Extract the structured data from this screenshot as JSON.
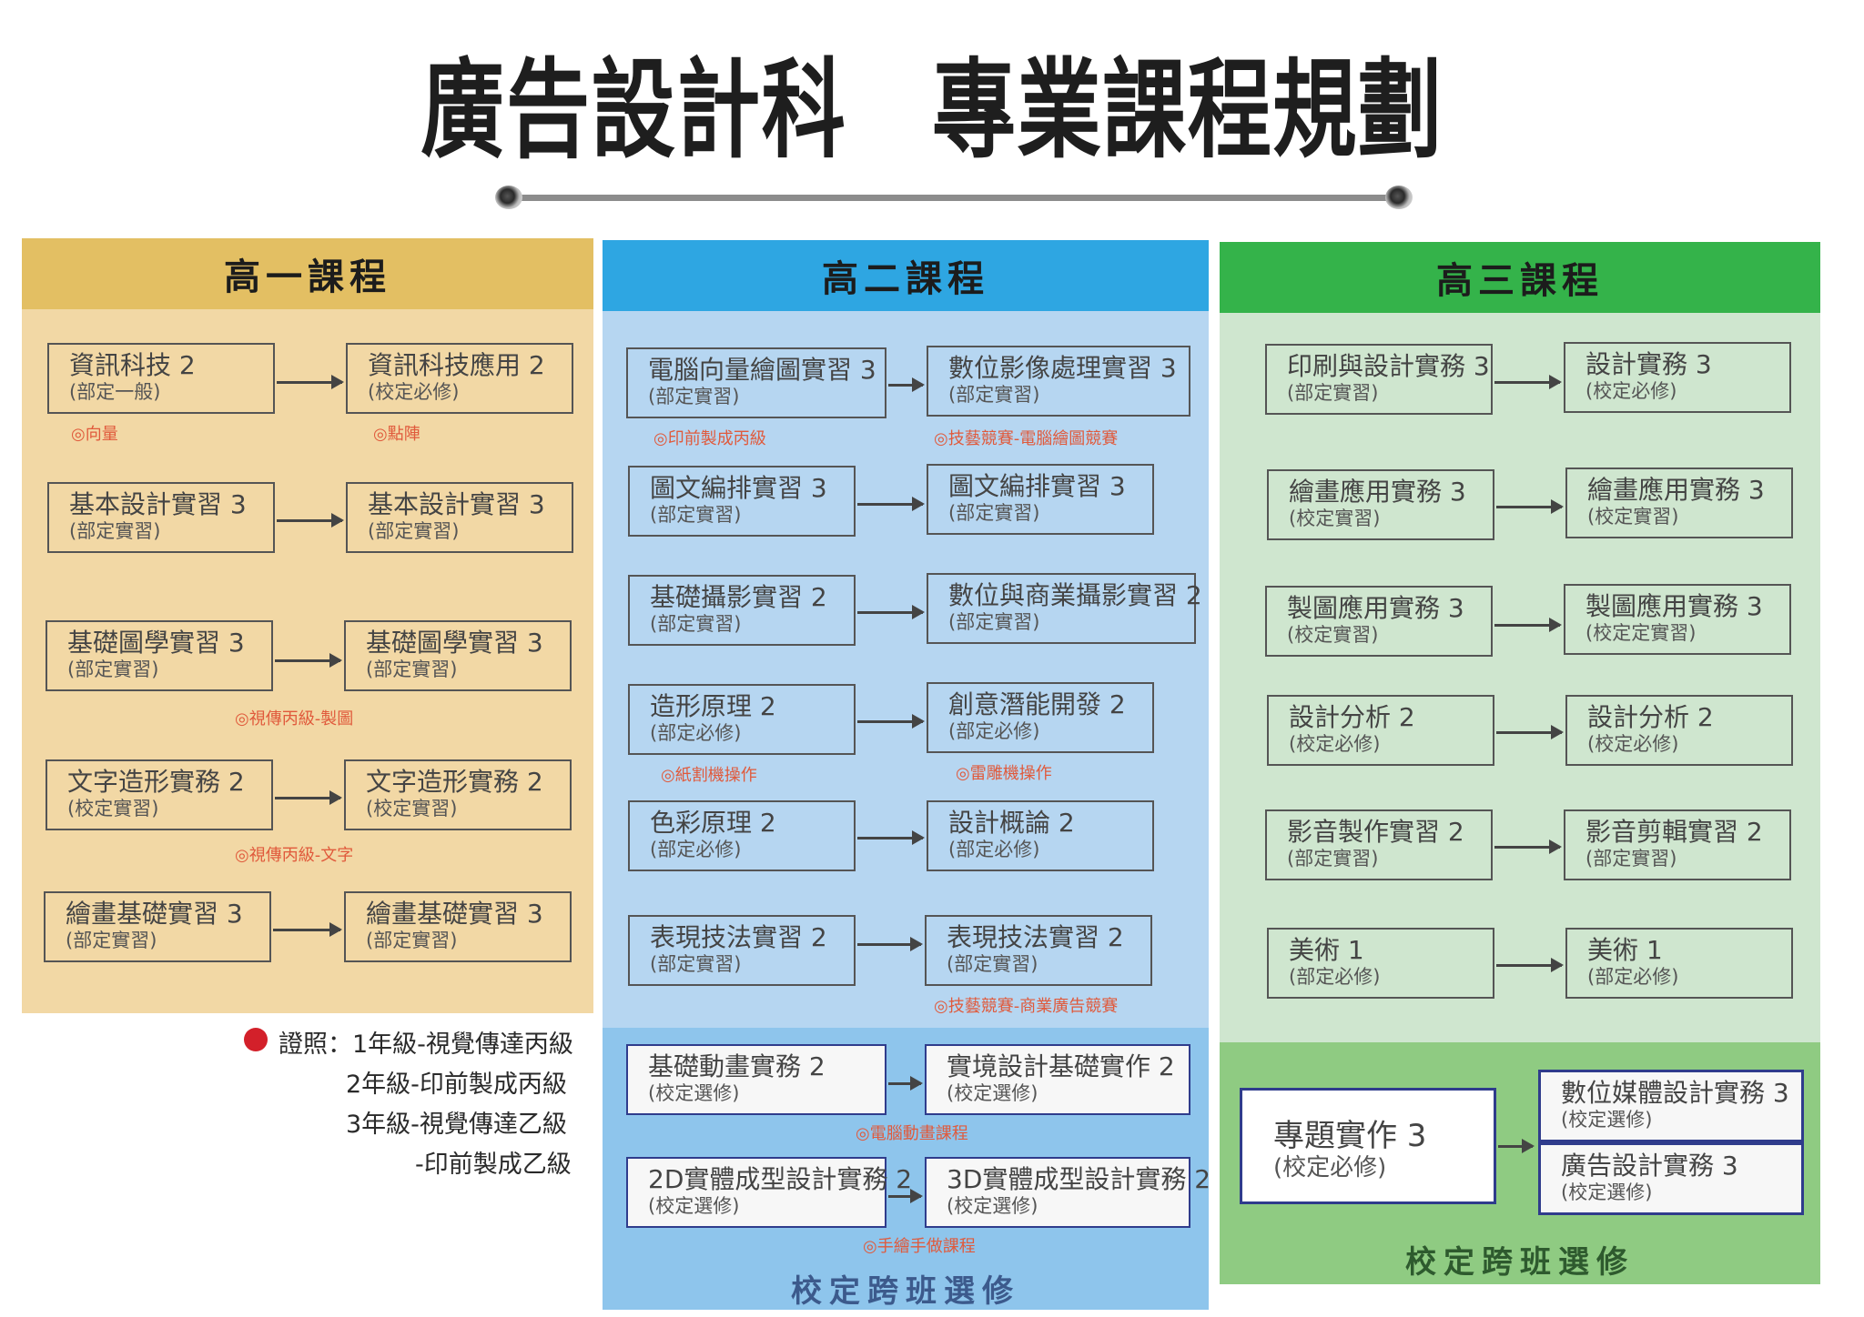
{
  "title": "廣告設計科　專業課程規劃",
  "columns": [
    {
      "header": "高一課程"
    },
    {
      "header": "高二課程"
    },
    {
      "header": "高三課程"
    }
  ],
  "grade1": {
    "rows": [
      {
        "l": {
          "name": "資訊科技 2",
          "type": "(部定一般)"
        },
        "r": {
          "name": "資訊科技應用 2",
          "type": "(校定必修)"
        },
        "notes": [
          "◎向量",
          "◎點陣"
        ]
      },
      {
        "l": {
          "name": "基本設計實習 3",
          "type": "(部定實習)"
        },
        "r": {
          "name": "基本設計實習 3",
          "type": "(部定實習)"
        },
        "notes": []
      },
      {
        "l": {
          "name": "基礎圖學實習 3",
          "type": "(部定實習)"
        },
        "r": {
          "name": "基礎圖學實習 3",
          "type": "(部定實習)"
        },
        "notes": [
          "◎視傳丙級-製圖"
        ]
      },
      {
        "l": {
          "name": "文字造形實務 2",
          "type": "(校定實習)"
        },
        "r": {
          "name": "文字造形實務 2",
          "type": "(校定實習)"
        },
        "notes": [
          "◎視傳丙級-文字"
        ]
      },
      {
        "l": {
          "name": "繪畫基礎實習 3",
          "type": "(部定實習)"
        },
        "r": {
          "name": "繪畫基礎實習 3",
          "type": "(部定實習)"
        },
        "notes": []
      }
    ]
  },
  "grade2": {
    "rows": [
      {
        "l": {
          "name": "電腦向量繪圖實習 3",
          "type": "(部定實習)"
        },
        "r": {
          "name": "數位影像處理實習 3",
          "type": "(部定實習)"
        },
        "notes": [
          "◎印前製成丙級",
          "◎技藝競賽-電腦繪圖競賽"
        ]
      },
      {
        "l": {
          "name": "圖文編排實習 3",
          "type": "(部定實習)"
        },
        "r": {
          "name": "圖文編排實習 3",
          "type": "(部定實習)"
        },
        "notes": []
      },
      {
        "l": {
          "name": "基礎攝影實習 2",
          "type": "(部定實習)"
        },
        "r": {
          "name": "數位與商業攝影實習 2",
          "type": "(部定實習)"
        },
        "notes": []
      },
      {
        "l": {
          "name": "造形原理 2",
          "type": "(部定必修)"
        },
        "r": {
          "name": "創意潛能開發 2",
          "type": "(部定必修)"
        },
        "notes": [
          "◎紙割機操作",
          "◎雷雕機操作"
        ]
      },
      {
        "l": {
          "name": "色彩原理 2",
          "type": "(部定必修)"
        },
        "r": {
          "name": "設計概論 2",
          "type": "(部定必修)"
        },
        "notes": []
      },
      {
        "l": {
          "name": "表現技法實習 2",
          "type": "(部定實習)"
        },
        "r": {
          "name": "表現技法實習 2",
          "type": "(部定實習)"
        },
        "notes": [
          "◎技藝競賽-商業廣告競賽"
        ]
      }
    ],
    "elective": {
      "label": "校定跨班選修",
      "rows": [
        {
          "l": {
            "name": "基礎動畫實務 2",
            "type": "(校定選修)"
          },
          "r": {
            "name": "實境設計基礎實作 2",
            "type": "(校定選修)"
          },
          "notes": [
            "◎電腦動畫課程"
          ]
        },
        {
          "l": {
            "name": "2D實體成型設計實務 2",
            "type": "(校定選修)"
          },
          "r": {
            "name": "3D實體成型設計實務 2",
            "type": "(校定選修)"
          },
          "notes": [
            "◎手繪手做課程"
          ]
        }
      ]
    }
  },
  "grade3": {
    "rows": [
      {
        "l": {
          "name": "印刷與設計實務 3",
          "type": "(部定實習)"
        },
        "r": {
          "name": "設計實務 3",
          "type": "(校定必修)"
        }
      },
      {
        "l": {
          "name": "繪畫應用實務 3",
          "type": "(校定實習)"
        },
        "r": {
          "name": "繪畫應用實務 3",
          "type": "(校定實習)"
        }
      },
      {
        "l": {
          "name": "製圖應用實務 3",
          "type": "(校定實習)"
        },
        "r": {
          "name": "製圖應用實務 3",
          "type": "(校定定實習)"
        }
      },
      {
        "l": {
          "name": "設計分析 2",
          "type": "(校定必修)"
        },
        "r": {
          "name": "設計分析 2",
          "type": "(校定必修)"
        }
      },
      {
        "l": {
          "name": "影音製作實習 2",
          "type": "(部定實習)"
        },
        "r": {
          "name": "影音剪輯實習 2",
          "type": "(部定實習)"
        }
      },
      {
        "l": {
          "name": "美術 1",
          "type": "(部定必修)"
        },
        "r": {
          "name": "美術 1",
          "type": "(部定必修)"
        }
      }
    ],
    "elective": {
      "label": "校定跨班選修",
      "main": {
        "name": "專題實作 3",
        "type": "(校定必修)"
      },
      "options": [
        {
          "name": "數位媒體設計實務 3",
          "type": "(校定選修)"
        },
        {
          "name": "廣告設計實務 3",
          "type": "(校定選修)"
        }
      ]
    }
  },
  "legend": {
    "line1": "證照：1年級-視覺傳達丙級",
    "line2": "2年級-印前製成丙級",
    "line3": "3年級-視覺傳達乙級",
    "line4": "-印前製成乙級",
    "dot_color": "#d3202a"
  }
}
